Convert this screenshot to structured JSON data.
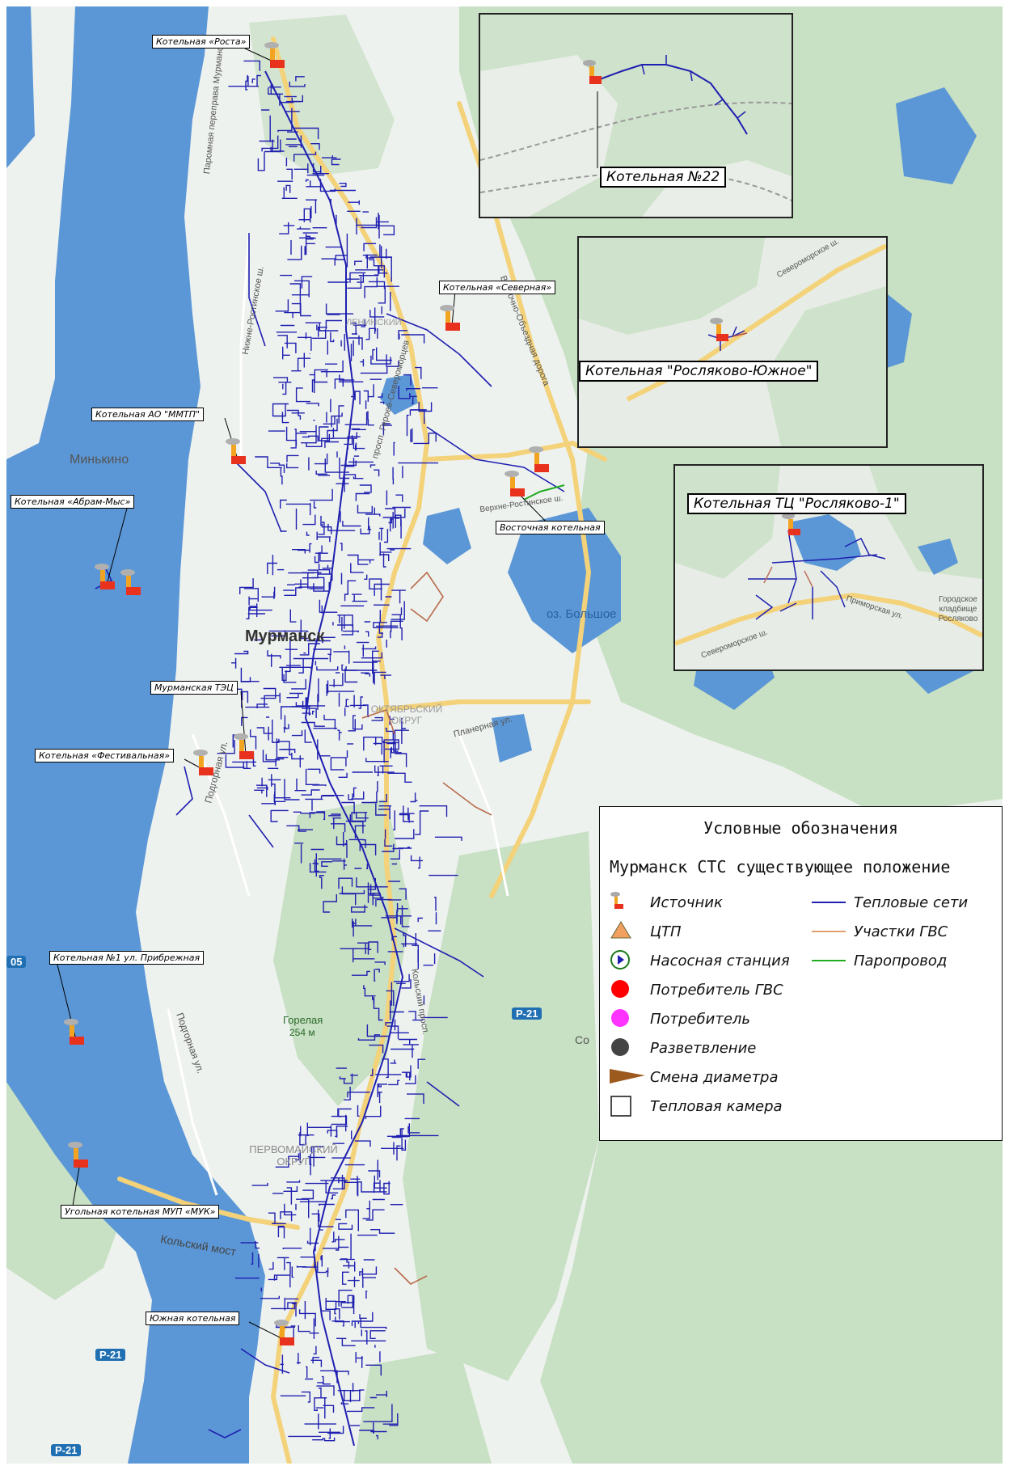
{
  "labels": {
    "rosta": "Котельная «Роста»",
    "severnaya": "Котельная «Северная»",
    "mmtp": "Котельная АО \"ММТП\"",
    "abram": "Котельная «Абрам-Мыс»",
    "vostochnaya": "Восточная котельная",
    "tec": "Мурманская ТЭЦ",
    "festivalnaya": "Котельная «Фестивальная»",
    "pribrezhnaya": "Котельная №1 ул. Прибрежная",
    "muk": "Угольная котельная МУП «МУК»",
    "yuzhnaya": "Южная котельная"
  },
  "insets": {
    "k22": "Котельная №22",
    "roslyakovo_south": "Котельная \"Росляково-Южное\"",
    "roslyakovo1": "Котельная ТЦ \"Росляково-1\"",
    "roslyakovo_cemetery": "Городское кладбище Росляково",
    "severomorskoe": "Североморское ш.",
    "primorskaya": "Приморская ул."
  },
  "places": {
    "city": "Мурманск",
    "minkino": "Минькино",
    "lake": "оз. Большое",
    "gorelaya": "Горелая",
    "gorelaya_height": "254 м",
    "pervomaisky": "ПЕРВОМАЙСКИЙ ОКРУГ",
    "kolsky_most": "Кольский мост",
    "so": "Со",
    "planernaya": "Планерная ул.",
    "podgornaya": "Подгорная ул.",
    "podgornaya2": "Подгорная ул.",
    "nizhne": "Нижне-Ростинское ш.",
    "vostochno": "Восточно-Объездная дорога",
    "pereprava": "Паромная переправа Мурманск",
    "prospect": "просп. Героев-Североморцев",
    "verkhne": "Верхне-Ростинское ш.",
    "kolsky_prospect": "Кольский просп.",
    "district_left": "ЛЕНИНСКИЙ",
    "district_mid": "ОКТЯБРЬСКИЙ ОКРУГ",
    "p21": "Р-21",
    "p05": "05"
  },
  "legend": {
    "title": "Условные обозначения",
    "subtitle": "Мурманск СТС существующее положение",
    "items": [
      {
        "label": "Источник",
        "icon": "boiler-source-icon"
      },
      {
        "label": "ЦТП",
        "icon": "ctp-triangle-icon"
      },
      {
        "label": "Насосная станция",
        "icon": "pump-station-icon"
      },
      {
        "label": "Потребитель ГВС",
        "icon": "hot-water-consumer-icon",
        "color": "#ff0000"
      },
      {
        "label": "Потребитель",
        "icon": "consumer-icon",
        "color": "#ff33ff"
      },
      {
        "label": "Разветвление",
        "icon": "branch-node-icon",
        "color": "#444444"
      },
      {
        "label": "Смена диаметра",
        "icon": "diameter-change-icon",
        "color": "#9c5a1e"
      },
      {
        "label": "Тепловая камера",
        "icon": "heat-chamber-icon"
      }
    ],
    "lines": [
      {
        "label": "Тепловые сети",
        "color": "#1f1fb0"
      },
      {
        "label": "Участки ГВС",
        "color": "#e0a070"
      },
      {
        "label": "Паропровод",
        "color": "#22aa22"
      }
    ]
  },
  "colors": {
    "water": "#5b97d6",
    "forest": "#c6dfc1",
    "land": "#eef2ef",
    "network": "#1f1fb0",
    "road": "#f3d27a",
    "boiler_red": "#e8321e",
    "boiler_orange": "#f2a31f"
  }
}
